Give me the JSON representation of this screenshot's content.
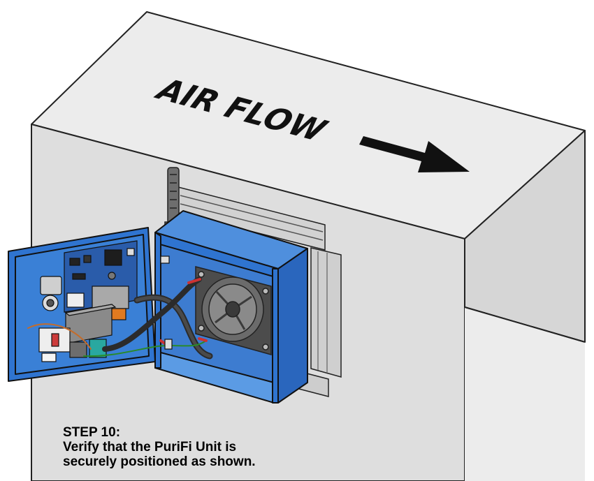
{
  "diagram": {
    "flow_label": "AIR FLOW",
    "direction_arrow": "right-arrow-icon",
    "colors": {
      "duct_top": "#ebebeb",
      "duct_side": "#dcdcdc",
      "duct_end": "#d4d4d4",
      "unit_blue": "#2f74d0",
      "unit_blue_dark": "#1f56a3",
      "outline": "#222222"
    }
  },
  "caption": {
    "step": "STEP 10:",
    "line1": "Verify that the PuriFi Unit is",
    "line2": "securely positioned as shown."
  }
}
